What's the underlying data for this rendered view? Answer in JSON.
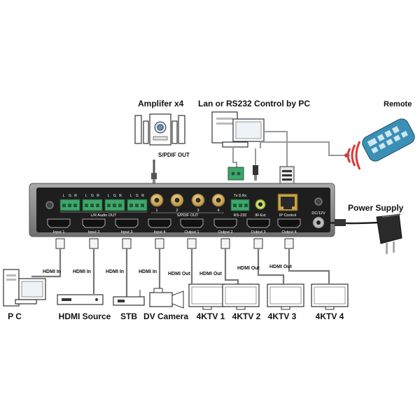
{
  "top_labels": {
    "amplifier": "Amplifer x4",
    "spdif_out": "S/PDIF OUT",
    "control": "Lan or RS232 Control by PC",
    "remote": "Remote",
    "power_supply": "Power Supply"
  },
  "panel": {
    "audio_channel_labels": [
      "L",
      "G",
      "R",
      "L",
      "G",
      "R",
      "L",
      "G",
      "R",
      "L",
      "G",
      "R"
    ],
    "audio_out_label": "L/R Audio OUT",
    "spdif_numbers": [
      "1",
      "2",
      "3",
      "4"
    ],
    "spdif_label": "S/PDIF OUT",
    "rs232_pins": "Tx G Rx",
    "rs232_label": "RS-232",
    "ir_label": "IR-Ext",
    "ip_label": "IP Control",
    "dc_label": "DC/12V",
    "hdmi_ports": [
      "Input 1",
      "Input 2",
      "Input 3",
      "Input 4",
      "Output 1",
      "Output 2",
      "Output 3",
      "Output 4"
    ]
  },
  "cable_labels": [
    "HDMI In",
    "HDMI In",
    "HDMI In",
    "HDMI In",
    "HDMI Out",
    "HDMI Out",
    "HDMI Out",
    "HDMI Out"
  ],
  "bottom_labels": [
    "P C",
    "HDMI Source",
    "STB",
    "DV Camera",
    "4KTV 1",
    "4KTV 2",
    "4KTV 3",
    "4KTV 4"
  ],
  "colors": {
    "panel_frame": "#8c8c8c",
    "panel_face": "#1e1e1e",
    "terminal_green": "#3fa66a",
    "rca_gold": "#d8b46a",
    "remote_blue": "#3a8fb6",
    "signal_red": "#d83a3a"
  }
}
